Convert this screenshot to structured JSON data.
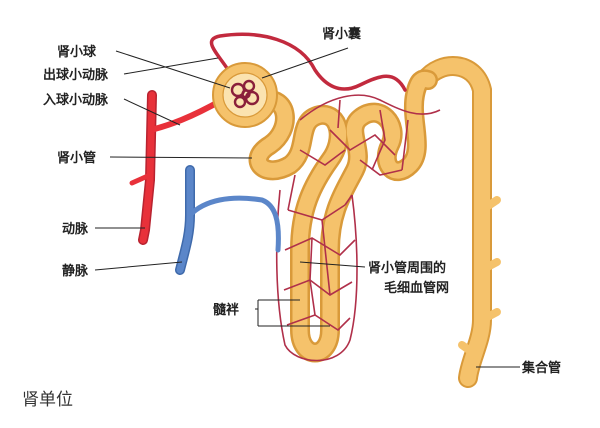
{
  "labels": {
    "glomerulus": "肾小球",
    "bowman_capsule": "肾小囊",
    "efferent_arteriole": "出球小动脉",
    "afferent_arteriole": "入球小动脉",
    "renal_tubule": "肾小管",
    "artery": "动脉",
    "vein": "静脉",
    "peritubular_line1": "肾小管周围的",
    "peritubular_line2": "毛细血管网",
    "loop_of_henle": "髓袢",
    "collecting_duct": "集合管"
  },
  "caption": "肾单位",
  "colors": {
    "background": "#ffffff",
    "tubule": "#f5c26b",
    "tubule_edge": "#d99a3a",
    "artery": "#e8313a",
    "vein": "#5b86c9",
    "capillary": "#b0304a",
    "glomerulus": "#8a1f3a",
    "text": "#222222"
  }
}
